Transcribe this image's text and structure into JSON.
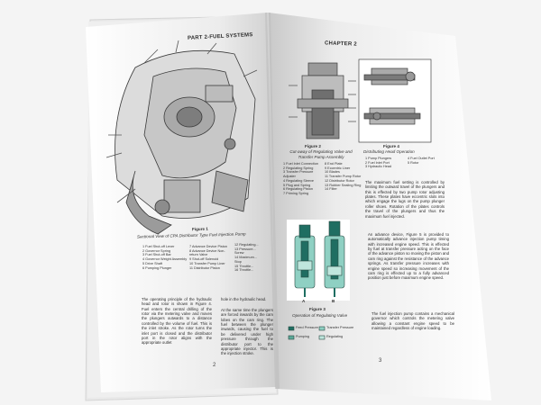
{
  "left_page": {
    "header": "PART 2-FUEL SYSTEMS",
    "figure_title": "Figure 1",
    "figure_caption": "Sectional View of CPA Distributor Type Fuel Injection Pump",
    "legend_col1": [
      "1  Fuel Shut-off Lever",
      "2  Governor Spring",
      "3  Fuel Shut-off Bar",
      "4  Governor Weight Assembly",
      "5  Drive Shaft",
      "6  Pumping Plunger"
    ],
    "legend_col2": [
      "7  Advance Device Piston",
      "8  Advance Device Non-",
      "   return Valve",
      "9  Shut-off Solenoid",
      "10 Transfer Pump Liner",
      "11 Distributor Piston"
    ],
    "legend_col3": [
      "12 Regulating...",
      "13 Pressure...",
      "   Screw",
      "14 Maximum...",
      "   Stop",
      "15 Throttle...",
      "16 Throttle..."
    ],
    "para1": "The operating principle of the hydraulic head and rotor is shown in Figure 4. Fuel enters the central drilling of the rotor via the metering valve and moves the plungers outwards to a distance controlled by the volume of fuel. This is the inlet stroke. As the rotor turns the inlet port is closed and the distributor port in the rotor aligns with the appropriate outlet",
    "para2_a": "hole in the hydraulic head.",
    "para2_b": "At the same time the plungers are forced inwards by the cam lobes on the cam ring. The fuel between the plunger inwards, causing the fuel to be delivered under high pressure through the distributor port to the appropriate injector. This is the injection stroke.",
    "page_number": "2"
  },
  "right_page": {
    "header": "CHAPTER 2",
    "fig2_title": "Figure 2",
    "fig2_caption": "Cut-away of Regulating Valve and Transfer Pump Assembly",
    "fig2_legend_left": [
      "1  Fuel Inlet Connection",
      "2  Regulating Spring",
      "3  Transfer Pressure",
      "   Adjuster",
      "4  Regulating Sleeve",
      "5  Plug and Spring",
      "6  Regulating Piston",
      "7  Priming Spring"
    ],
    "fig2_legend_right": [
      "8  End Plate",
      "9  Eccentric Liner",
      "10 Blades",
      "11 Transfer Pump Rotor",
      "12 Distributor Rotor",
      "13 Rubber Sealing Ring",
      "14 Filter"
    ],
    "fig4_title": "Figure 4",
    "fig4_caption": "Distributing Head Operation",
    "fig4_legend_left": [
      "1  Pump Plungers",
      "2  Fuel Inlet Port",
      "3  Hydraulic Head"
    ],
    "fig4_legend_right": [
      "4  Fuel Outlet Port",
      "5  Rotor"
    ],
    "para_max_fuel": "The maximum fuel setting is controlled by limiting the outward travel of the plungers and this is effected by two pump rotor adjusting plates. These plates have eccentric slots into which engage the lugs on the pump plunger roller shoes. Rotation of the plates controls the travel of the plungers and thus the maximum fuel injected.",
    "para_advance": "An advance device, Figure 5 is provided to automatically advance injection pump timing with increased engine speed. This is effected by fuel at transfer pressure acting on the face of the advance piston so moving the piston and cam ring against the resistance of the advance springs. As transfer pressure increases with engine speed so increasing movement of the cam ring is effected up to a fully advanced position just before maximum engine speed.",
    "para_governor": "The fuel injection pump contains a mechanical governor which controls the metering valve allowing a constant engine speed to be maintained regardless of engine loading.",
    "fig3_title": "Figure 3",
    "fig3_caption": "Operation of Regulating Valve",
    "fig3_label_a": "A",
    "fig3_label_b": "B",
    "fig3_legend": [
      "Feed Pressure",
      "Transfer Pressure",
      "Pumping",
      "Regulating"
    ],
    "page_number": "3"
  },
  "colors": {
    "paper": "#ffffff",
    "background": "#f4f4f4",
    "feed_pressure": "#1f6e62",
    "transfer_pressure": "#8fd0c3"
  }
}
